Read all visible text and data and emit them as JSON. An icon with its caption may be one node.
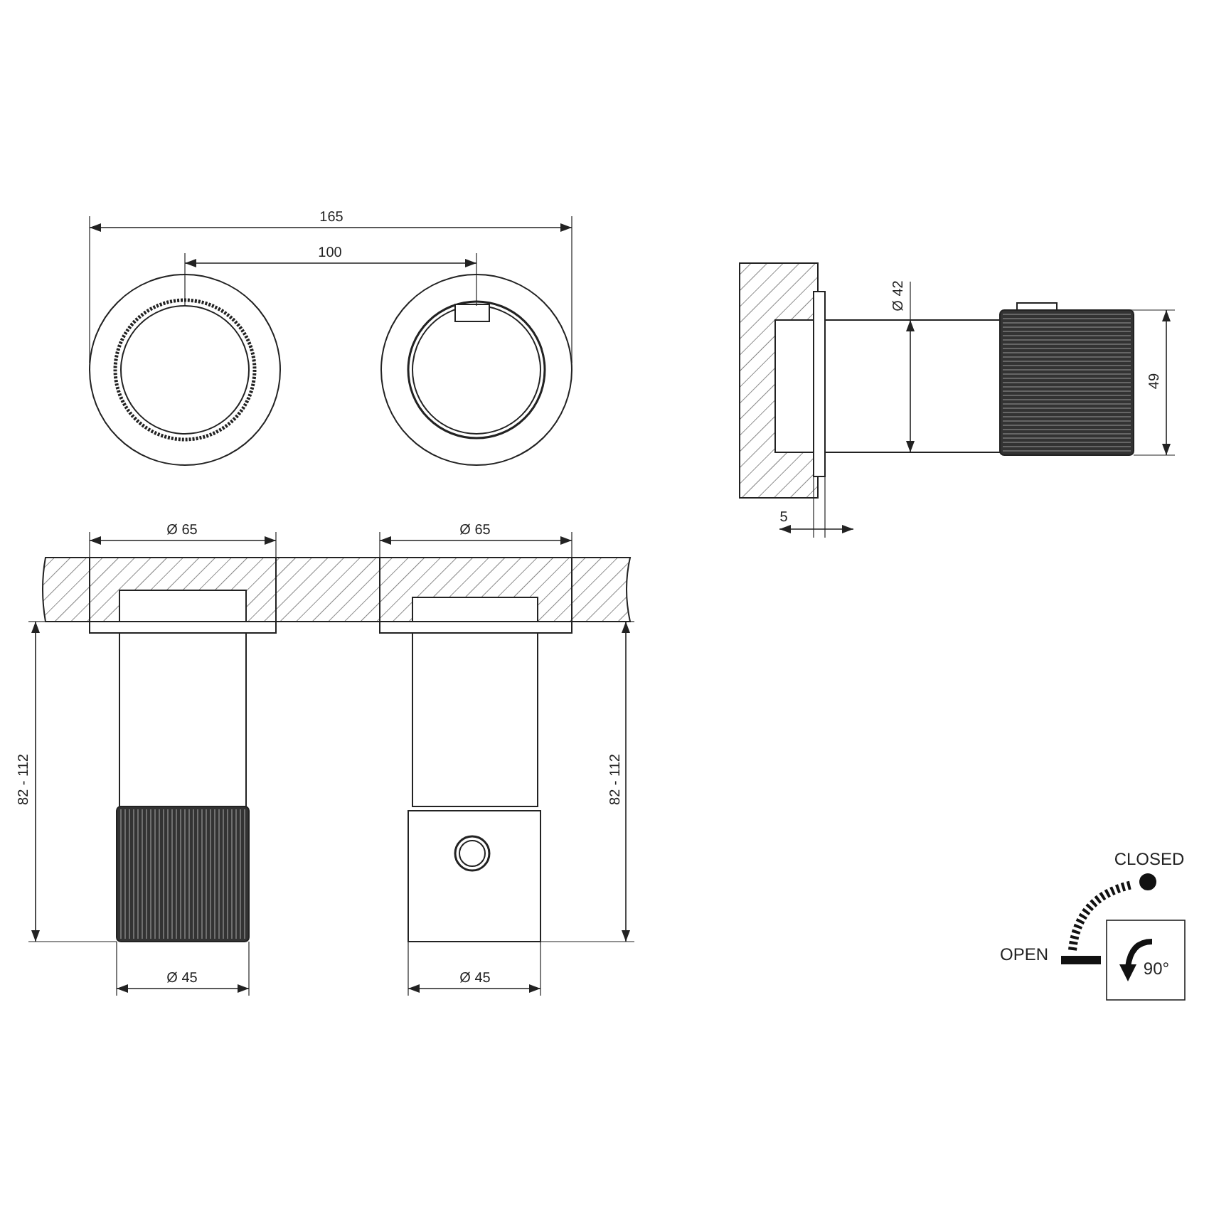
{
  "diagram": {
    "labels": [
      "165",
      "100",
      "Ø 42",
      "49",
      "5",
      "Ø 65",
      "Ø 65",
      "82 - 112",
      "82 - 112",
      "Ø 45",
      "Ø 45",
      "CLOSED",
      "OPEN",
      "90°"
    ]
  }
}
